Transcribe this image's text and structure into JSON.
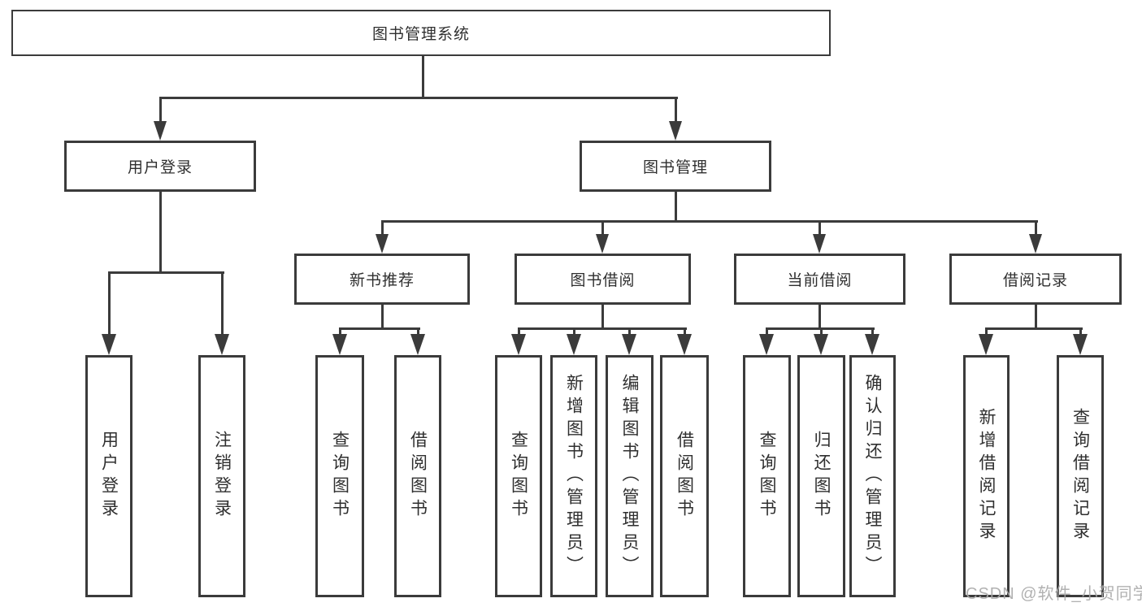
{
  "nodes": {
    "root": "图书管理系统",
    "level2": [
      "用户登录",
      "图书管理"
    ],
    "level3": [
      "新书推荐",
      "图书借阅",
      "当前借阅",
      "借阅记录"
    ],
    "groups": [
      [
        "用户登录",
        "注销登录"
      ],
      [
        "查询图书",
        "借阅图书"
      ],
      [
        "查询图书",
        "新增图书（管理员）",
        "编辑图书（管理员）",
        "借阅图书"
      ],
      [
        "查询图书",
        "归还图书",
        "确认归还（管理员）"
      ],
      [
        "新增借阅记录",
        "查询借阅记录"
      ]
    ]
  },
  "watermark": "CSDN @软件_小贺同学",
  "colors": {
    "line": "#3b3b3b",
    "text": "#2f2f2f",
    "background": "#ffffff",
    "watermark": "#a8a8a8"
  }
}
